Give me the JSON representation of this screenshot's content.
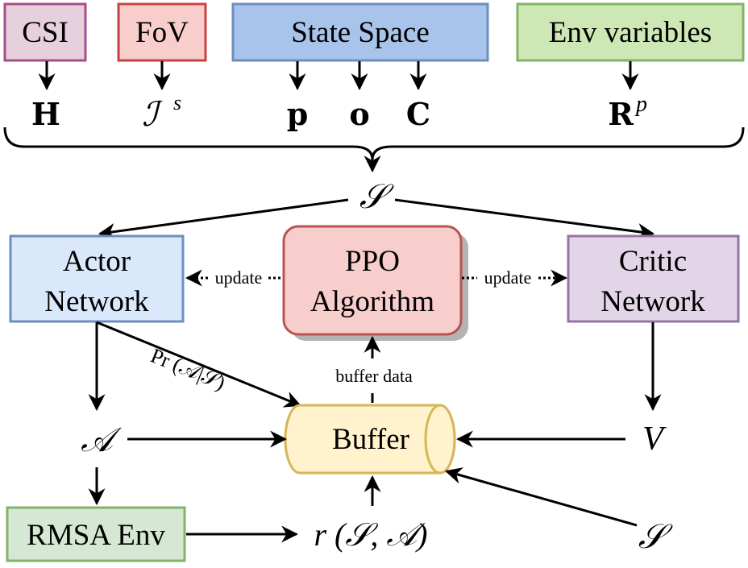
{
  "inputs": {
    "csi": "CSI",
    "fov": "FoV",
    "state_space": "State Space",
    "env_variables": "Env variables"
  },
  "symbols": {
    "H": "H",
    "I_base": "ℐ",
    "I_sup": "s",
    "p": "p",
    "o": "o",
    "C": "C",
    "R_base": "R",
    "R_sup": "p",
    "S_top": "𝒮",
    "A": "𝒜",
    "V": "V",
    "S_bottom": "𝒮",
    "reward": "r (𝒮, 𝒜)"
  },
  "nodes": {
    "actor_line1": "Actor",
    "actor_line2": "Network",
    "ppo_line1": "PPO",
    "ppo_line2": "Algorithm",
    "critic_line1": "Critic",
    "critic_line2": "Network",
    "buffer": "Buffer",
    "rmsa_env": "RMSA Env"
  },
  "edges": {
    "update_left": "update",
    "update_right": "update",
    "buffer_data": "buffer data",
    "policy_prob": "Pr (𝒜|𝒮)"
  },
  "colors": {
    "csi_fill": "#e6d0de",
    "csi_stroke": "#a64d8a",
    "fov_fill": "#f8cecc",
    "fov_stroke": "#c94242",
    "state_fill": "#a9c4eb",
    "state_stroke": "#6c8ebf",
    "env_fill": "#cde8b5",
    "env_stroke": "#82b366",
    "actor_fill": "#dae8fc",
    "actor_stroke": "#6c8ebf",
    "ppo_fill": "#f8cecc",
    "ppo_stroke": "#b85450",
    "critic_fill": "#e1d5e7",
    "critic_stroke": "#9673a6",
    "buffer_fill": "#fff2cc",
    "buffer_stroke": "#d6b656",
    "rmsa_fill": "#d5e8d4",
    "rmsa_stroke": "#82b366"
  }
}
